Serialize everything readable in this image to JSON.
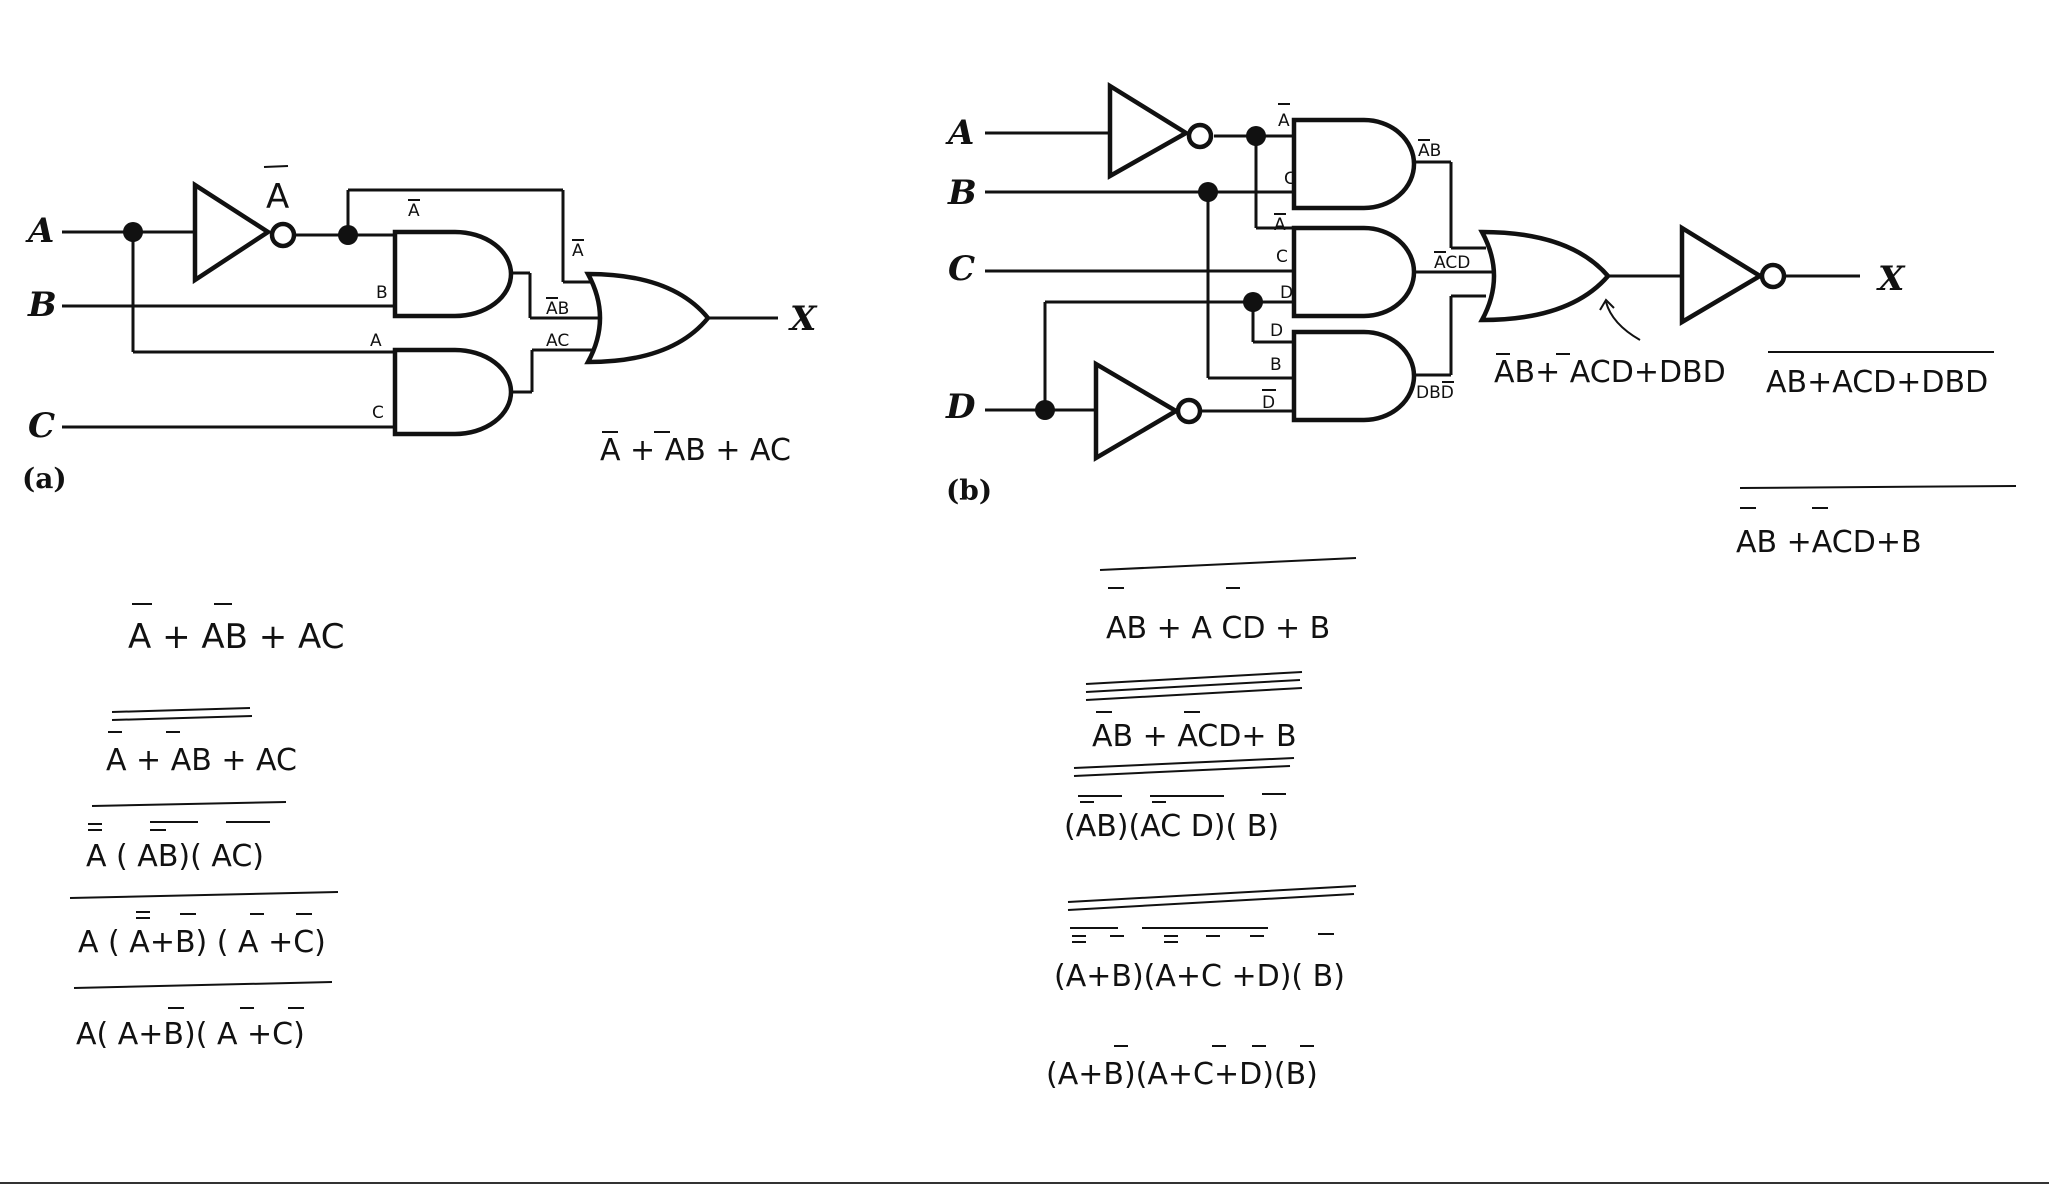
{
  "circuit_a": {
    "caption": "(a)",
    "inputs": {
      "a": "A",
      "b": "B",
      "c": "C"
    },
    "output": "X",
    "inverter_label": "A",
    "gate_pin_labels": {
      "and1_top": "A",
      "and1_bottom": "B",
      "and2_top": "A",
      "and2_bottom": "C",
      "or_top": "A",
      "or_mid": "AB",
      "or_bot": "AC"
    },
    "expression": "A + AB + AC"
  },
  "circuit_b": {
    "caption": "(b)",
    "inputs": {
      "a": "A",
      "b": "B",
      "c": "C",
      "d": "D"
    },
    "output": "X",
    "gate_pin_labels": {
      "and1_a": "A",
      "and1_b": "C",
      "and2_a": "A",
      "and2_b": "C",
      "and2_c": "D",
      "and3_a": "D",
      "and3_b": "B",
      "and3_c": "D"
    },
    "gate_out_labels": {
      "and1": "AB",
      "and2": "ACD",
      "and3": "DBD"
    },
    "or_expression": "AB+ ACD+DBD",
    "output_expression": "AB+ACD+DBD",
    "simplified_expression": "AB +ACD+B"
  },
  "derivation_a": [
    "A + AB + AC",
    "A + AB + AC",
    "A ( AB)( AC)",
    "A ( A+B) ( A +C)",
    "A( A+B)( A +C)"
  ],
  "derivation_b": [
    "AB  + A CD + B",
    "AB  + ACD+ B",
    "(AB)(AC D)( B)",
    "(A+B)(A+C +D)( B)",
    "(A+B)(A+C+D)(B)"
  ]
}
